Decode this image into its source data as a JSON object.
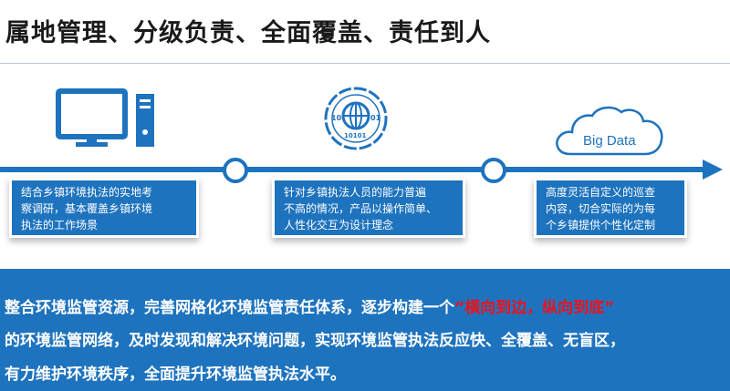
{
  "title": "属地管理、分级负责、全面覆盖、责任到人",
  "icons": {
    "computer": "desktop-computer-icon",
    "globe": "binary-globe-icon",
    "cloud": "cloud-icon",
    "globe_left_digits": "10",
    "globe_right_digits": "01",
    "globe_bottom_digits": "10101"
  },
  "cloud_label": "Big Data",
  "cards": [
    {
      "lines": [
        "结合乡镇环境执法的实地考",
        "察调研，基本覆盖乡镇环境",
        "执法的工作场景"
      ]
    },
    {
      "lines": [
        "针对乡镇执法人员的能力普遍",
        "不高的情况，产品以操作简单、",
        "人性化交互为设计理念"
      ]
    },
    {
      "lines": [
        "高度灵活自定义的巡查",
        "内容，切合实际的为每",
        "个乡镇提供个性化定制"
      ]
    }
  ],
  "banner": {
    "line1_text": "整合环境监管资源，完善网格化环境监管责任体系，逐步构建一个",
    "line1_highlight": "“横向到边，纵向到底”",
    "line2": "的环境监管网络，及时发现和解决环境问题，实现环境监管执法反应快、全覆盖、无盲区，",
    "line3": "有力维护环境秩序，全面提升环境监管执法水平。"
  },
  "colors": {
    "primary": "#1e73be",
    "highlight": "#e8141e",
    "title": "#1a1a1a"
  }
}
